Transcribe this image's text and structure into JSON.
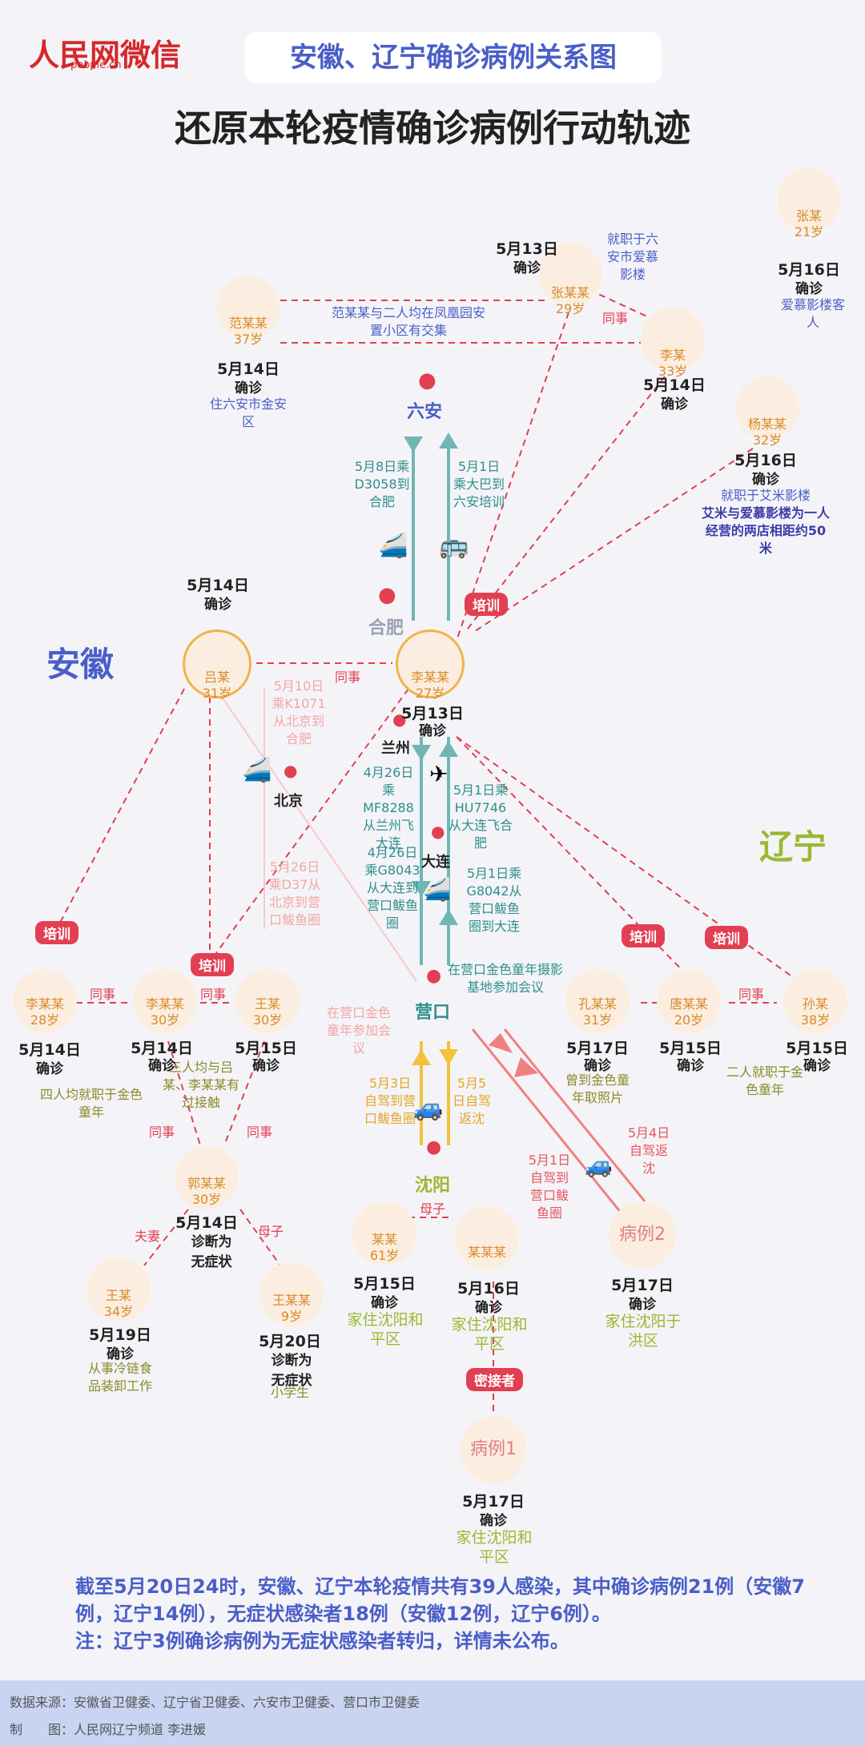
{
  "header": {
    "logo_text": "人民网微信",
    "logo_sub": "people.cn",
    "title": "安徽、辽宁确诊病例关系图",
    "main_title": "还原本轮疫情确诊病例行动轨迹"
  },
  "regions": {
    "anhui": "安徽",
    "liaoning": "辽宁"
  },
  "cities": {
    "luan": "六安",
    "hefei": "合肥",
    "lanzhou": "兰州",
    "beijing": "北京",
    "dalian": "大连",
    "yingkou": "营口",
    "shenyang": "沈阳"
  },
  "nodes": {
    "zhang_top": {
      "name": "张某",
      "age": "21岁",
      "date": "5月16日",
      "status": "确诊",
      "note": "爱慕影楼客人"
    },
    "zhangmoumou": {
      "name": "张某某",
      "age": "29岁",
      "date": "5月13日",
      "status": "确诊",
      "note": "就职于六安市爱慕影楼"
    },
    "fan": {
      "name": "范某某",
      "age": "37岁",
      "date": "5月14日",
      "status": "确诊",
      "note": "住六安市金安区"
    },
    "li_33": {
      "name": "李某",
      "age": "33岁",
      "date": "5月14日",
      "status": "确诊"
    },
    "yang": {
      "name": "杨某某",
      "age": "32岁",
      "date": "5月16日",
      "status": "确诊",
      "note": "就职于艾米影楼",
      "note2": "艾米与爱慕影楼为一人经营的两店相距约50米"
    },
    "lv": {
      "name": "吕某",
      "age": "31岁",
      "date": "5月14日",
      "status": "确诊"
    },
    "center": {
      "name": "李某某",
      "age": "27岁",
      "date": "5月13日",
      "status": "确诊"
    },
    "li28": {
      "name": "李某某",
      "age": "28岁",
      "date": "5月14日",
      "status": "确诊"
    },
    "li30": {
      "name": "李某某",
      "age": "30岁",
      "date": "5月14日",
      "status": "确诊"
    },
    "wang30": {
      "name": "王某",
      "age": "30岁",
      "date": "5月15日",
      "status": "确诊"
    },
    "guo": {
      "name": "郭某某",
      "age": "30岁",
      "date": "5月14日",
      "status": "诊断为无症状"
    },
    "wang34": {
      "name": "王某",
      "age": "34岁",
      "date": "5月19日",
      "status": "确诊",
      "note": "从事冷链食品装卸工作"
    },
    "wang9": {
      "name": "王某某",
      "age": "9岁",
      "date": "5月20日",
      "status": "诊断为无症状",
      "note": "小学生"
    },
    "kong": {
      "name": "孔某某",
      "age": "31岁",
      "date": "5月17日",
      "status": "确诊",
      "note": "曾到金色童年取照片"
    },
    "tang": {
      "name": "唐某某",
      "age": "20岁",
      "date": "5月15日",
      "status": "确诊"
    },
    "sun": {
      "name": "孙某",
      "age": "38岁",
      "date": "5月15日",
      "status": "确诊"
    },
    "mou61": {
      "name": "某某",
      "age": "61岁",
      "date": "5月15日",
      "status": "确诊",
      "note": "家住沈阳和平区"
    },
    "moumou": {
      "name": "某某某",
      "date": "5月16日",
      "status": "确诊",
      "note": "家住沈阳和平区"
    },
    "case2": {
      "name": "病例2",
      "date": "5月17日",
      "status": "确诊",
      "note": "家住沈阳于洪区"
    },
    "case1": {
      "name": "病例1",
      "date": "5月17日",
      "status": "确诊",
      "note": "家住沈阳和平区"
    }
  },
  "notes": {
    "fan_link": "范某某与二人均在凤凰园安置小区有交集",
    "anhui_four": "四人均就职于金色童年",
    "three_contact": "三人均与吕某、李某某有过接触",
    "liaoning_two": "二人就职于金色童年",
    "yingkou_meeting": "在营口金色童年摄影基地参加会议",
    "yingkou_meeting2": "在营口金色童年参加会议",
    "trip_may8": "5月8日乘D3058到合肥",
    "trip_may1_bus": "5月1日乘大巴到六安培训",
    "trip_may10": "5月10日乘K1071从北京到合肥",
    "trip_apr26_plane": "4月26日乘MF8288从兰州飞大连",
    "trip_may1_plane": "5月1日乘HU7746从大连飞合肥",
    "trip_apr26_train": "4月26日乘G8043从大连到营口鲅鱼圈",
    "trip_may1_train": "5月1日乘G8042从营口鲅鱼圈到大连",
    "trip_may26": "5月26日乘D37从北京到营口鲅鱼圈",
    "trip_may3": "5月3日自驾到营口鲅鱼圈",
    "trip_may5": "5月5日自驾返沈",
    "trip_may1_drive": "5月1日自驾到营口鲅鱼圈",
    "trip_may4": "5月4日自驾返沈"
  },
  "labels": {
    "training": "培训",
    "colleague": "同事",
    "mother_son": "母子",
    "couple": "夫妻",
    "contact": "密接者"
  },
  "summary": {
    "line1": "截至5月20日24时，安徽、辽宁本轮疫情共有39人感染，其中确诊病例21例（安徽7例，辽宁14例），无症状感染者18例（安徽12例，辽宁6例）。",
    "line2": "注：辽宁3例确诊病例为无症状感染者转归，详情未公布。"
  },
  "footer": {
    "source": "数据来源：安徽省卫健委、辽宁省卫健委、六安市卫健委、营口市卫健委",
    "maker": "制　　图：人民网辽宁频道  李进媛"
  },
  "colors": {
    "accent": "#4a5ec8",
    "red": "#e23f52",
    "teal": "#6fb6b5",
    "pink": "#f3a5a5",
    "gold": "#f2c23c",
    "liaoning_green": "#9bb832"
  }
}
